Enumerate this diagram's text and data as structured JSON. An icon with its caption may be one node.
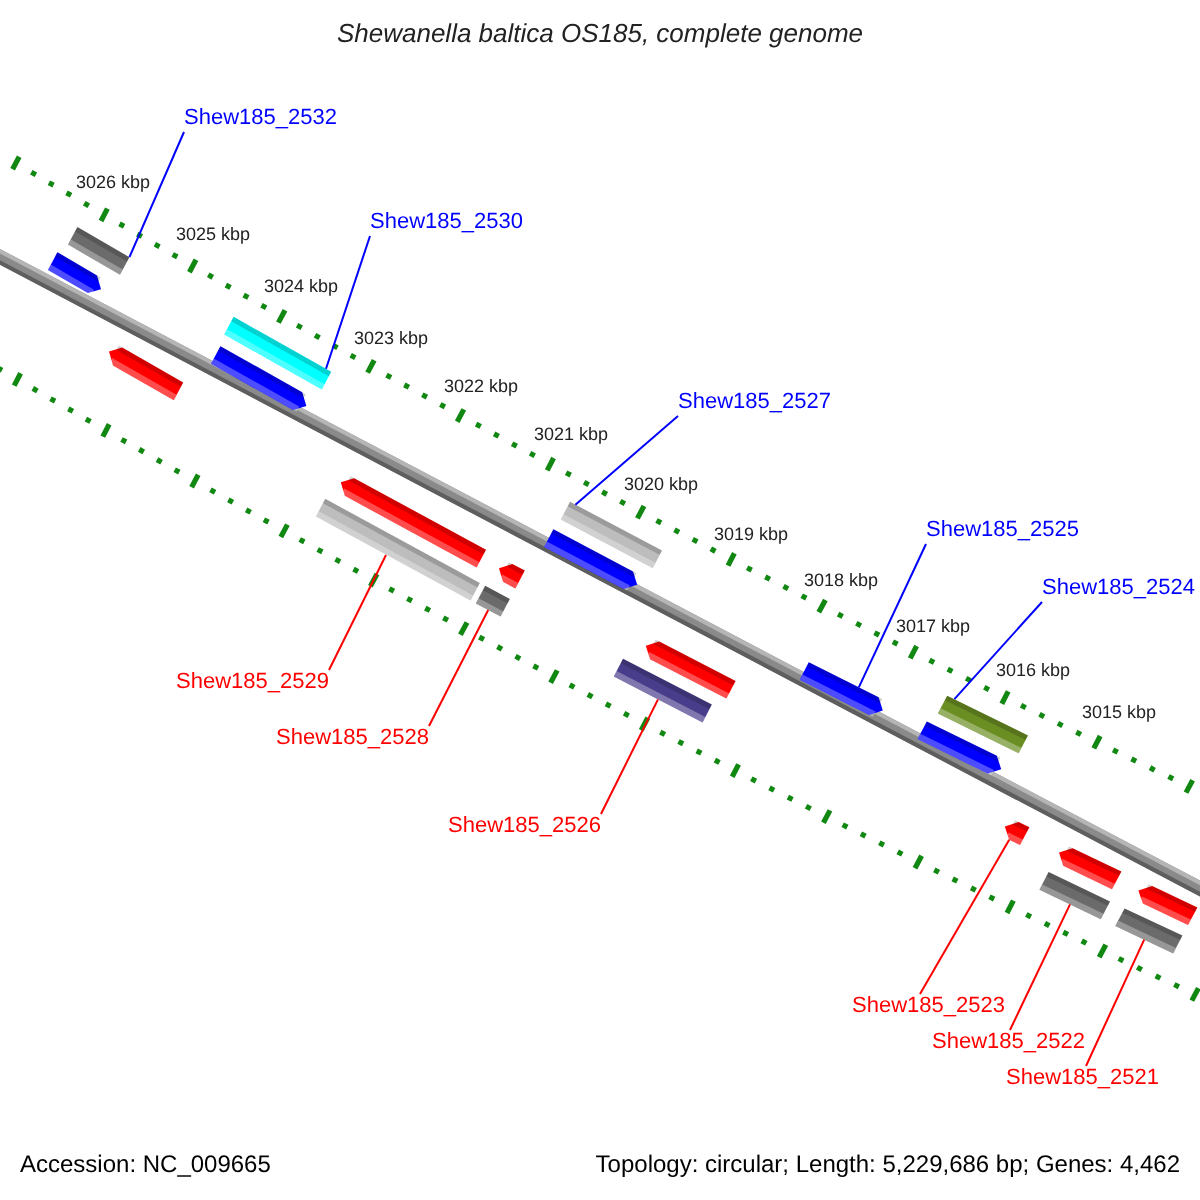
{
  "diagram": {
    "title": "Shewanella baltica OS185, complete genome",
    "nodes": [
      {
        "text": [
          "Shew185_2532"
        ]
      },
      {
        "text": [
          "Shew185_2530"
        ]
      },
      {
        "text": [
          "Shew185_2527"
        ]
      },
      {
        "text": [
          "Shew185_2525"
        ]
      },
      {
        "text": [
          "Shew185_2524"
        ]
      },
      {
        "text": [
          "Shew185_2529"
        ]
      },
      {
        "text": [
          "Shew185_2528"
        ]
      },
      {
        "text": [
          "Shew185_2526"
        ]
      },
      {
        "text": [
          "Shew185_2523"
        ]
      },
      {
        "text": [
          "Shew185_2522"
        ]
      },
      {
        "text": [
          "Shew185_2521"
        ]
      },
      {
        "text": [],
        "shape": "pentagon"
      },
      {
        "text": [],
        "shape": "box"
      },
      {
        "text": [],
        "shape": "pentagon"
      },
      {
        "text": [],
        "shape": "pentagon"
      },
      {
        "text": [],
        "shape": "box"
      },
      {
        "text": [],
        "shape": "box"
      },
      {
        "text": [],
        "shape": "pentagon"
      },
      {
        "text": [],
        "shape": "box"
      },
      {
        "text": [],
        "shape": "pentagon"
      },
      {
        "text": [],
        "shape": "pentagon"
      },
      {
        "text": [],
        "shape": "box"
      },
      {
        "text": [],
        "shape": "box"
      },
      {
        "text": [],
        "shape": "pentagon"
      },
      {
        "text": [],
        "shape": "pentagon"
      },
      {
        "text": [],
        "shape": "pentagon"
      },
      {
        "text": [],
        "shape": "box"
      },
      {
        "text": [],
        "shape": "pentagon"
      },
      {
        "text": [],
        "shape": "pentagon"
      },
      {
        "text": [],
        "shape": "box"
      },
      {
        "text": [],
        "shape": "pentagon"
      },
      {
        "text": [],
        "shape": "box"
      }
    ],
    "edges": [
      {
        "from": 0,
        "to": 12,
        "arrow": "none",
        "color": "#0000ff"
      },
      {
        "from": 1,
        "to": 15,
        "arrow": "none",
        "color": "#0000ff"
      },
      {
        "from": 2,
        "to": 21,
        "arrow": "none",
        "color": "#0000ff"
      },
      {
        "from": 3,
        "to": 24,
        "arrow": "none",
        "color": "#0000ff"
      },
      {
        "from": 4,
        "to": 26,
        "arrow": "none",
        "color": "#0000ff"
      },
      {
        "from": 5,
        "to": 16,
        "arrow": "none"
      },
      {
        "from": 6,
        "to": 18,
        "arrow": "none"
      },
      {
        "from": 7,
        "to": 22,
        "arrow": "none"
      },
      {
        "from": 8,
        "to": 27,
        "arrow": "none"
      },
      {
        "from": 9,
        "to": 29,
        "arrow": "none"
      },
      {
        "from": 10,
        "to": 31,
        "arrow": "none"
      }
    ],
    "labels": [
      "3026 kbp",
      "3025 kbp",
      "3024 kbp",
      "3023 kbp",
      "3022 kbp",
      "3021 kbp",
      "3020 kbp",
      "3019 kbp",
      "3018 kbp",
      "3017 kbp",
      "3016 kbp",
      "3015 kbp",
      "Accession: NC_009665",
      "Topology: circular; Length: 5,229,686 bp; Genes: 4,462"
    ]
  }
}
